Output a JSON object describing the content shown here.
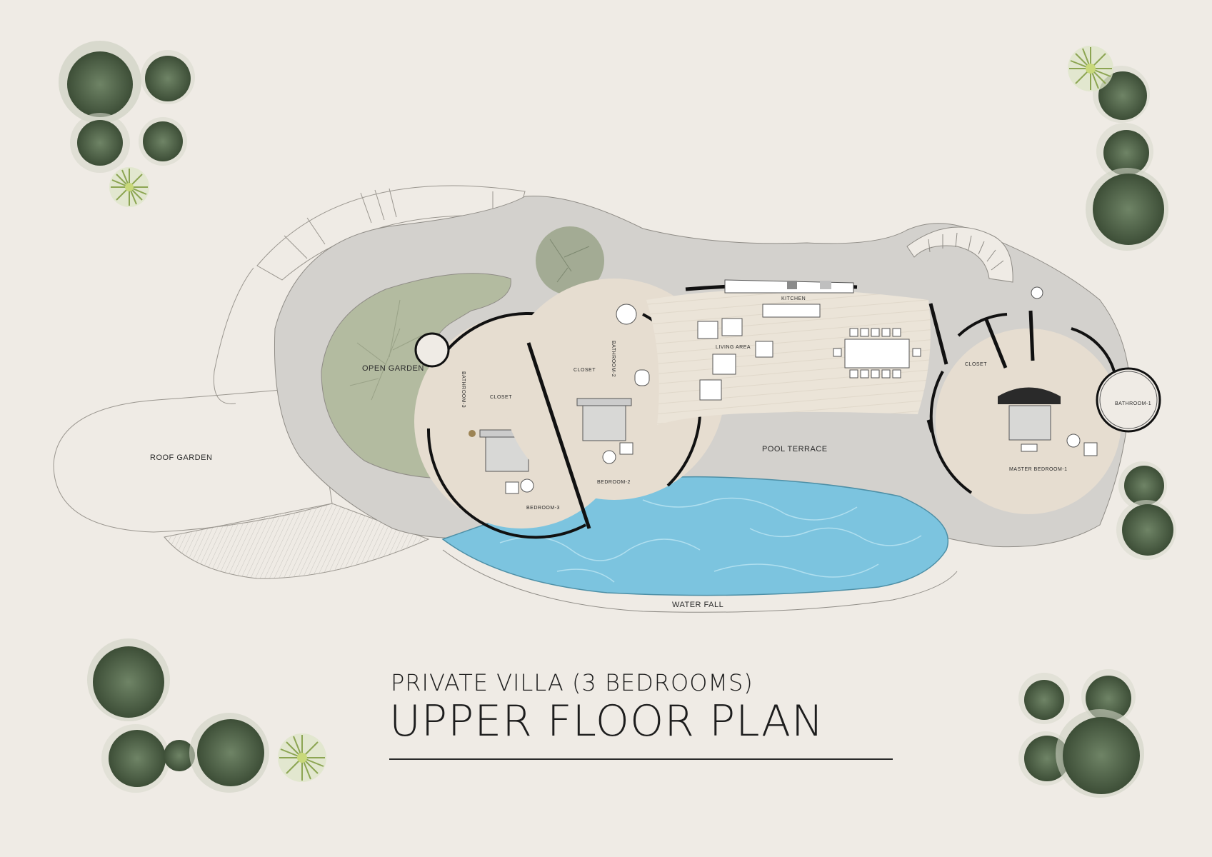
{
  "title": {
    "subtitle": "PRIVATE VILLA (3 BEDROOMS)",
    "main": "UPPER FLOOR PLAN"
  },
  "labels": {
    "roof_garden": "ROOF GARDEN",
    "open_garden": "OPEN GARDEN",
    "kitchen": "KITCHEN",
    "living_area": "LIVING AREA",
    "pool_terrace": "POOL TERRACE",
    "water_fall": "WATER FALL",
    "bedroom_3": "BEDROOM-3",
    "bedroom_2": "BEDROOM-2",
    "master_bedroom_1": "MASTER BEDROOM-1",
    "bathroom_3": "BATHROOM-3",
    "bathroom_2": "BATHROOM-2",
    "bathroom_1": "BATHROOM-1",
    "closet_3": "CLOSET",
    "closet_2": "CLOSET",
    "closet_1": "CLOSET"
  },
  "colors": {
    "background": "#efebe5",
    "terrace": "#d3d1cd",
    "open_garden": "#b3bba0",
    "interior": "#e6ddd0",
    "living_floor": "#ebe4d8",
    "pool": "#7cc4df",
    "tree_dark": "#4f6247",
    "tree_light": "#cfd2c3",
    "wall": "#111111"
  }
}
